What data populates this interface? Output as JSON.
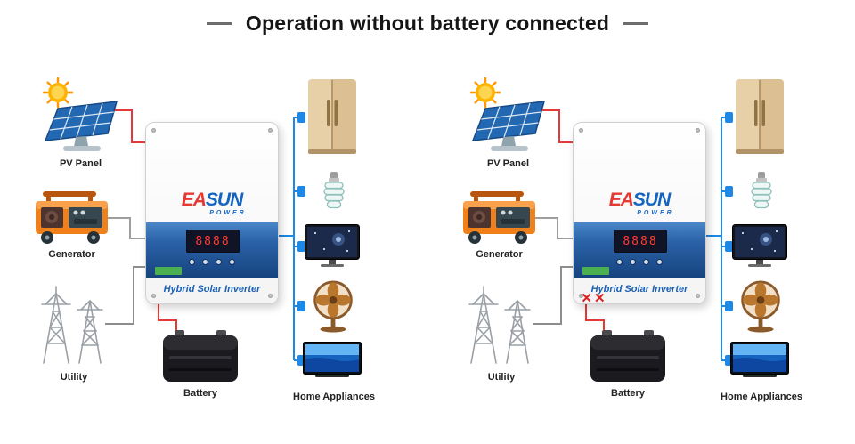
{
  "title": "Operation without battery connected",
  "diagram": {
    "labels": {
      "pv_panel": "PV Panel",
      "generator": "Generator",
      "utility": "Utility",
      "battery": "Battery",
      "home_appliances": "Home Appliances"
    },
    "inverter": {
      "brand_ea": "EA",
      "brand_sun": "SUN",
      "brand_power": "POWER",
      "product_name": "Hybrid Solar Inverter",
      "display_value": "8888"
    },
    "disconnect_marks": "✕✕"
  },
  "colors": {
    "pv_line": "#e53935",
    "battery_line": "#e53935",
    "generator_line": "#9e9e9e",
    "utility_line": "#8d8d8d",
    "appliance_line": "#1e88e5",
    "brand_red": "#e53935",
    "brand_blue": "#1565c0",
    "sticker_green": "#4caf50",
    "disconnect_red": "#e02020"
  }
}
